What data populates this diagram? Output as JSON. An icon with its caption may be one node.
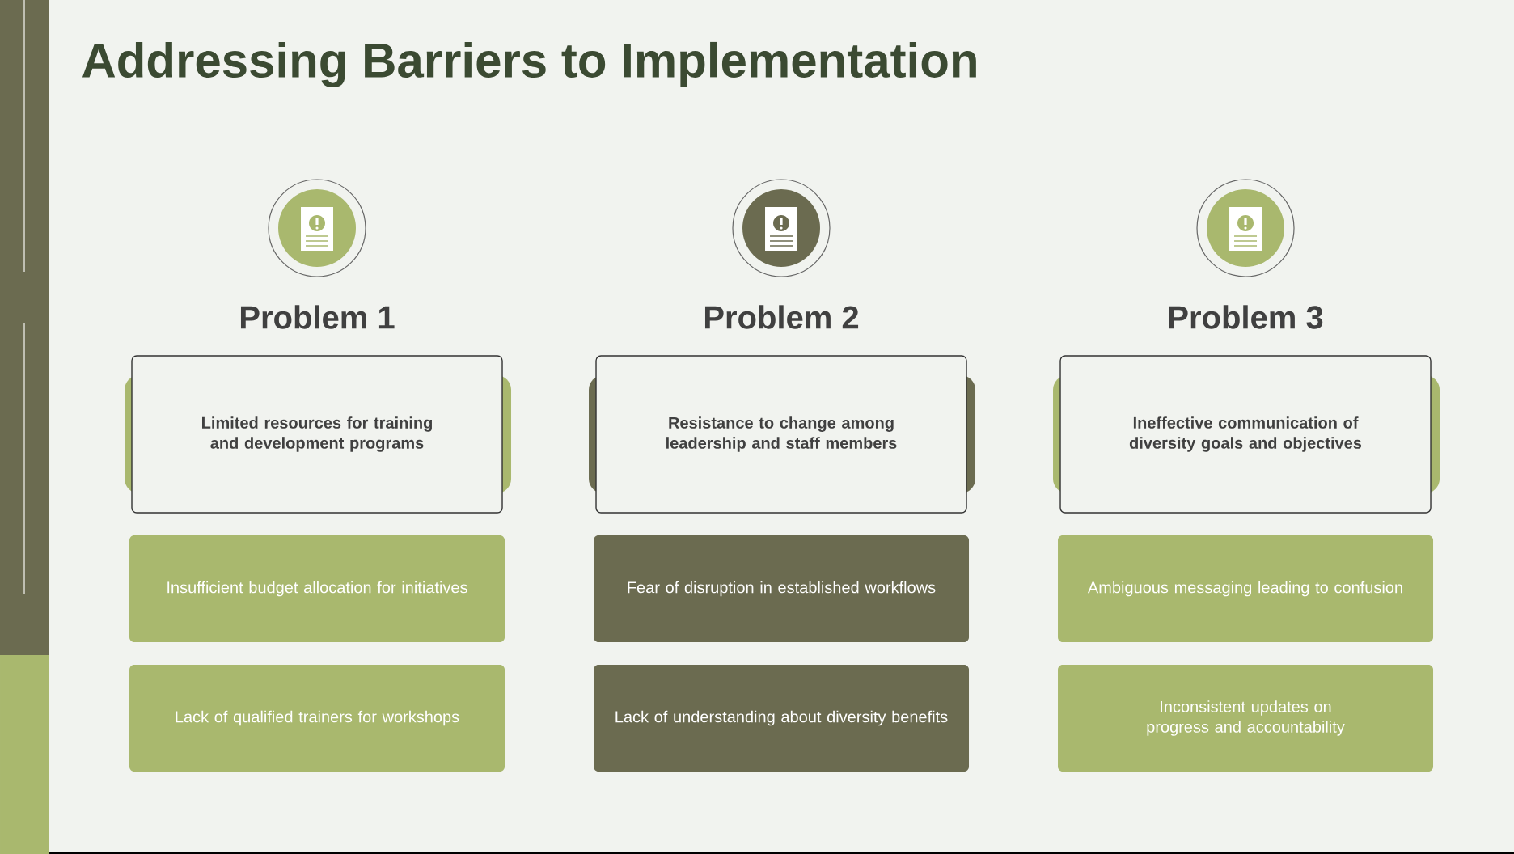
{
  "diagram": {
    "title": "Addressing Barriers to Implementation",
    "nodes": [
      {
        "text": [
          "Problem 1",
          "Limited resources for training and development programs"
        ]
      },
      {
        "text": [
          "Insufficient budget allocation for initiatives"
        ]
      },
      {
        "text": [
          "Lack of qualified trainers for workshops"
        ]
      },
      {
        "text": [
          "Problem 2",
          "Resistance to change among leadership and staff members"
        ]
      },
      {
        "text": [
          "Fear of disruption in established workflows"
        ]
      },
      {
        "text": [
          "Lack of understanding about diversity benefits"
        ]
      },
      {
        "text": [
          "Problem 3",
          "Ineffective communication of diversity goals and objectives"
        ]
      },
      {
        "text": [
          "Ambiguous messaging leading to confusion"
        ]
      },
      {
        "text": [
          "Inconsistent updates on progress and accountability"
        ]
      }
    ]
  }
}
